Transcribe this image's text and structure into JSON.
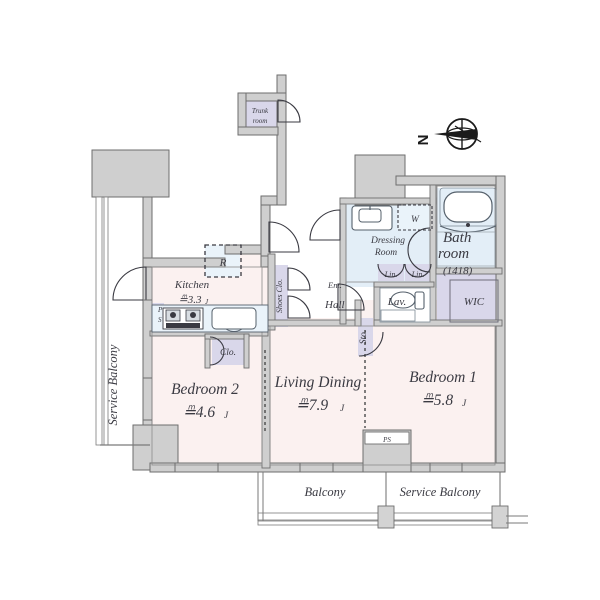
{
  "plan": {
    "compass": {
      "label": "N",
      "name": "north-arrow"
    },
    "colors": {
      "room_fill": "#fbf1f0",
      "wet_fill": "#e3eef7",
      "closet_fill": "#d9d7ea",
      "wall_fill": "#cfcfcf",
      "wall_stroke": "#6e6e6e",
      "text": "#3a3a42",
      "balcony_fill": "#ffffff"
    },
    "rooms": [
      {
        "id": "living_dining",
        "name": "Living Dining",
        "area": "≞7.9",
        "unit": "J"
      },
      {
        "id": "bedroom1",
        "name": "Bedroom 1",
        "area": "≞5.8",
        "unit": "J"
      },
      {
        "id": "bedroom2",
        "name": "Bedroom 2",
        "area": "≞4.6",
        "unit": "J"
      },
      {
        "id": "kitchen",
        "name": "Kitchen",
        "area": "≞3.3",
        "unit": "J"
      }
    ],
    "bathroom": {
      "name1": "Bath",
      "name2": "room",
      "size": "(1418)"
    },
    "dressing": {
      "line1": "Dressing",
      "line2": "Room"
    },
    "labels": {
      "trunk_room_1": "Trunk",
      "trunk_room_2": "room",
      "refrigerator": "R",
      "washer": "W",
      "linen_a": "Lin.",
      "linen_b": "Lin.",
      "lavatory": "Lav.",
      "wic": "WIC",
      "closet": "Clo.",
      "shoes_closet": "Shoes Clo.",
      "entrance": "Ent.",
      "hall": "Hall",
      "storage": "Sto.",
      "ps_left_1": "P",
      "ps_left_2": "S",
      "ps_bottom": "PS",
      "balcony": "Balcony",
      "service_balcony_bottom": "Service Balcony",
      "service_balcony_left": "Service Balcony"
    }
  }
}
